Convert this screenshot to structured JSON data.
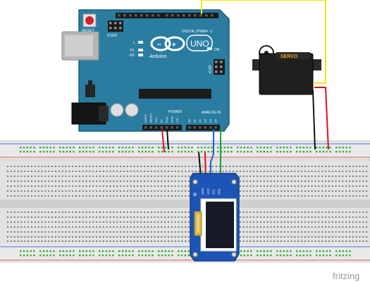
{
  "arduino": {
    "reset_label": "RESET",
    "icsp2_label": "ICSP2",
    "digital_label": "DIGITAL (PWM= ~)",
    "brand_label": "Arduino",
    "model_label": "UNO",
    "tx_label": "TX",
    "rx_label": "RX",
    "l_label": "L",
    "on_label": "ON",
    "icsp_label": "ICSP",
    "power_label": "POWER",
    "analog_label": "ANALOG IN",
    "power_pins": [
      "IOREF",
      "RESET",
      "3V3",
      "5V",
      "GND",
      "GND",
      "VIN"
    ],
    "analog_pins": [
      "A0",
      "A1",
      "A2",
      "A3",
      "A4",
      "A5"
    ]
  },
  "servo": {
    "label": "SERVO"
  },
  "oled": {
    "pins": [
      "GND",
      "VCC",
      "SCL",
      "SDA"
    ]
  },
  "watermark": "fritzing",
  "colors": {
    "board": "#2a7da1",
    "board_edge": "#1d5e7c",
    "header": "#1b1b1b",
    "wire_yellow": "#f1e800",
    "wire_red": "#d8121c",
    "wire_black": "#111111",
    "wire_blue": "#1e5bd6",
    "wire_green": "#1aa33a",
    "rail_red": "#e05a5a",
    "rail_blue": "#4a6fd6",
    "rail_dots": "#3aa83a"
  }
}
